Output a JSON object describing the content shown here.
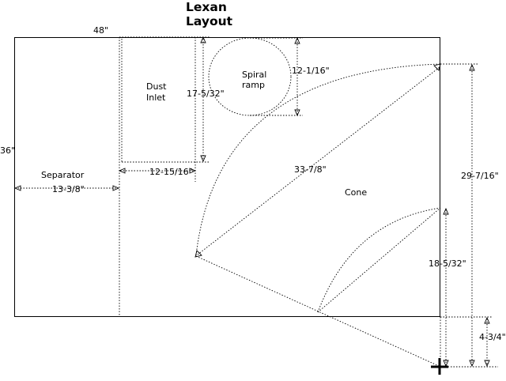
{
  "title": {
    "line1": "Lexan",
    "line2": "Layout"
  },
  "labels": {
    "width": "48\"",
    "height": "36\"",
    "separator": "Separator",
    "separator_width": "13-3/8\"",
    "dust_line1": "Dust",
    "dust_line2": "Inlet",
    "dust_height": "17-5/32\"",
    "dust_width": "12-15/16\"",
    "spiral_line1": "Spiral",
    "spiral_line2": "ramp",
    "spiral_dia": "12-1/16\"",
    "cone": "Cone",
    "cone_radius": "33-7/8\"",
    "cone_outer_height": "29-7/16\"",
    "cone_inner_height": "18-5/32\"",
    "offset": "4-3/4\""
  },
  "icons": {
    "origin": "plus-icon"
  },
  "colors": {
    "ink": "#000000",
    "background": "#ffffff"
  }
}
